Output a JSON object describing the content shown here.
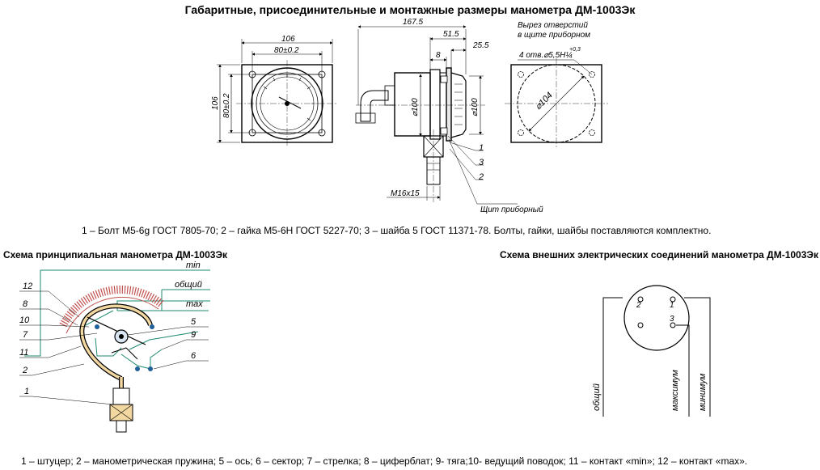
{
  "titles": {
    "main": "Габаритные, присоединительные и монтажные размеры манометра ДМ-1003Эк",
    "schematic": "Схема принципиальная манометра ДМ-1003Эк",
    "electrical": "Схема внешних электрических соединений манометра ДМ-1003Эк"
  },
  "captions": {
    "mounting": "1 – Болт М5-6g ГОСТ 7805-70; 2 – гайка М5-6Н ГОСТ 5227-70; 3 – шайба 5 ГОСТ 11371-78. Болты, гайки, шайбы поставляются комплектно.",
    "parts": "1 – штуцер; 2 – манометрическая пружина; 5 – ось; 6 – сектор; 7 – стрелка; 8 – циферблат; 9- тяга;10- ведущий поводок; 11 – контакт «min»; 12 – контакт «max»."
  },
  "front_view": {
    "dim_overall": "106",
    "dim_mounting": "80±0.2",
    "dim_overall_v": "106",
    "dim_mounting_v": "80±0.2"
  },
  "side_view": {
    "dim_total": "167.5",
    "dim_depth": "51.5",
    "dim_flange": "8",
    "dim_rim": "25.5",
    "dim_dia_back": "⌀100",
    "dim_dia_front": "⌀100",
    "dim_thread": "М16х15",
    "panel_label": "Щит приборный",
    "callouts": [
      "1",
      "3",
      "2"
    ]
  },
  "cutout_view": {
    "note_line1": "Вырез отверстий",
    "note_line2": "в щите приборном",
    "holes_note": "4 отв.⌀5,5Н¼",
    "holes_tol": "+0,3",
    "dim_dia": "⌀104"
  },
  "schematic": {
    "bus_labels": [
      "min",
      "общий",
      "max"
    ],
    "callouts_left": [
      "12",
      "8",
      "10",
      "7",
      "11",
      "2",
      "1"
    ],
    "callouts_right": [
      "5",
      "9",
      "6"
    ]
  },
  "electrical": {
    "pins": [
      "2",
      "1",
      "3"
    ],
    "wires": [
      "общий",
      "максимум",
      "минимум"
    ]
  }
}
